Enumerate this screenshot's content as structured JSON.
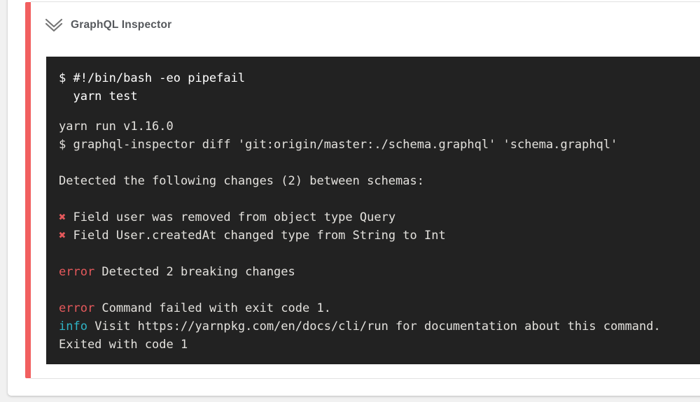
{
  "colors": {
    "page-bg": "#f1f1f1",
    "card-bg": "#ffffff",
    "accent-red": "#f15f5f",
    "terminal-bg": "#222222",
    "terminal-text": "#e3e1dd",
    "terminal-bold": "#ffffff",
    "terminal-red": "#e5595c",
    "terminal-cyan": "#2fb4c6",
    "title-color": "#55585c",
    "icon-color": "#757575",
    "divider": "#e2e2e2"
  },
  "step": {
    "title": "GraphQL Inspector"
  },
  "terminal": {
    "command": [
      "$ #!/bin/bash -eo pipefail",
      "  yarn test"
    ],
    "output": [
      [
        {
          "s": "yarn run v1.16.0"
        }
      ],
      [
        {
          "s": "$ graphql-inspector diff 'git:origin/master:./schema.graphql' 'schema.graphql'"
        }
      ],
      [],
      [
        {
          "s": "Detected the following changes (2) between schemas:"
        }
      ],
      [],
      [
        {
          "s": "✖",
          "c": "red"
        },
        {
          "s": " Field user was removed from object type Query"
        }
      ],
      [
        {
          "s": "✖",
          "c": "red"
        },
        {
          "s": " Field User.createdAt changed type from String to Int"
        }
      ],
      [],
      [
        {
          "s": "error",
          "c": "red"
        },
        {
          "s": " Detected 2 breaking changes"
        }
      ],
      [],
      [
        {
          "s": "error",
          "c": "red"
        },
        {
          "s": " Command failed with exit code 1."
        }
      ],
      [
        {
          "s": "info",
          "c": "cyan"
        },
        {
          "s": " Visit https://yarnpkg.com/en/docs/cli/run for documentation about this command."
        }
      ],
      [
        {
          "s": "Exited with code 1"
        }
      ]
    ]
  }
}
